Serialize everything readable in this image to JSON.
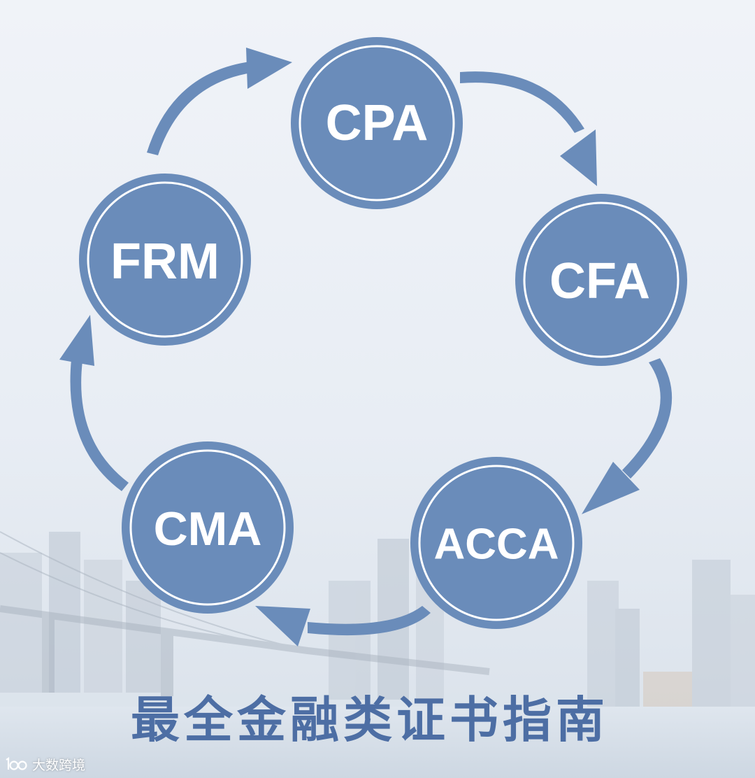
{
  "diagram": {
    "nodes": [
      {
        "id": "cpa",
        "label": "CPA"
      },
      {
        "id": "cfa",
        "label": "CFA"
      },
      {
        "id": "acca",
        "label": "ACCA"
      },
      {
        "id": "cma",
        "label": "CMA"
      },
      {
        "id": "frm",
        "label": "FRM"
      }
    ],
    "edges": [
      {
        "from": "cpa",
        "to": "cfa"
      },
      {
        "from": "cfa",
        "to": "acca"
      },
      {
        "from": "acca",
        "to": "cma"
      },
      {
        "from": "cma",
        "to": "frm"
      },
      {
        "from": "frm",
        "to": "cpa"
      }
    ]
  },
  "caption": "最全金融类证书指南",
  "watermark": {
    "text": "大数跨境",
    "logo_text": "1ɵɵ"
  },
  "colors": {
    "circle_fill": "#6a8cba",
    "circle_ring": "#ffffff",
    "arrow": "#6a8cba",
    "caption": "#4d6ea4",
    "sky_top": "#eef2f8",
    "sky_bottom": "#dbe4ee"
  }
}
